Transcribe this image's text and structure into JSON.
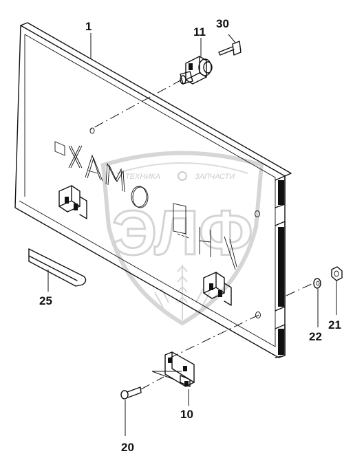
{
  "labels": {
    "door_panel": "1",
    "latch": "11",
    "key": "30",
    "seal_strip": "25",
    "hinge": "10",
    "screw": "20",
    "washer": "22",
    "nut": "21"
  },
  "watermark": {
    "brand_left": "ТЕХНИКА",
    "brand_right": "ЗАПЧАСТИ",
    "logo_letters": "ЭЛФ",
    "color": "#c8c8c8"
  },
  "colors": {
    "line": "#111111",
    "background": "#ffffff"
  }
}
